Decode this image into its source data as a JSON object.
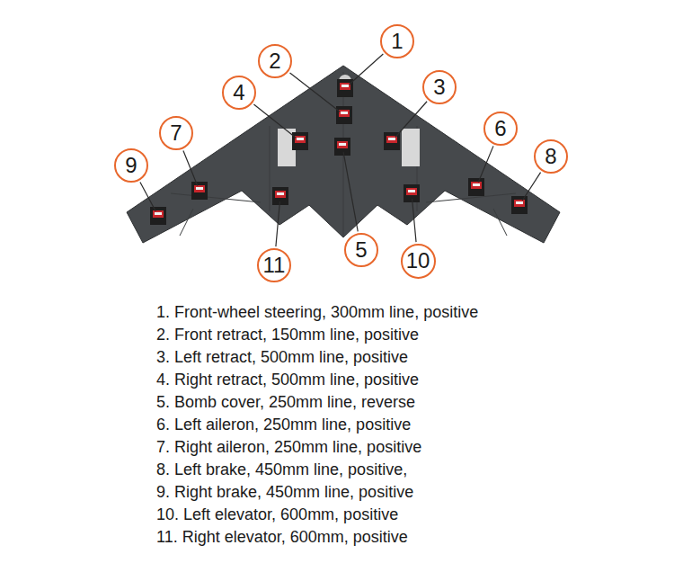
{
  "diagram": {
    "nodes": [
      {
        "text": [
          "1"
        ]
      },
      {
        "text": [
          "2"
        ]
      },
      {
        "text": [
          "3"
        ]
      },
      {
        "text": [
          "4"
        ]
      },
      {
        "text": [
          "5"
        ]
      },
      {
        "text": [
          "6"
        ]
      },
      {
        "text": [
          "7"
        ]
      },
      {
        "text": [
          "8"
        ]
      },
      {
        "text": [
          "9"
        ]
      },
      {
        "text": [
          "10"
        ]
      },
      {
        "text": [
          "11"
        ]
      }
    ],
    "labels": [
      "1. Front-wheel steering, 300mm line, positive",
      "2. Front retract, 150mm line, positive",
      "3. Left retract, 500mm line, positive",
      "4. Right retract, 500mm line, positive",
      "5. Bomb cover, 250mm line, reverse",
      "6. Left aileron, 250mm line, positive",
      "7. Right aileron, 250mm line, positive",
      "8. Left brake, 450mm line, positive,",
      "9. Right brake, 450mm line, positive",
      "10. Left elevator, 600mm, positive",
      "11. Right elevator, 600mm, positive"
    ]
  }
}
